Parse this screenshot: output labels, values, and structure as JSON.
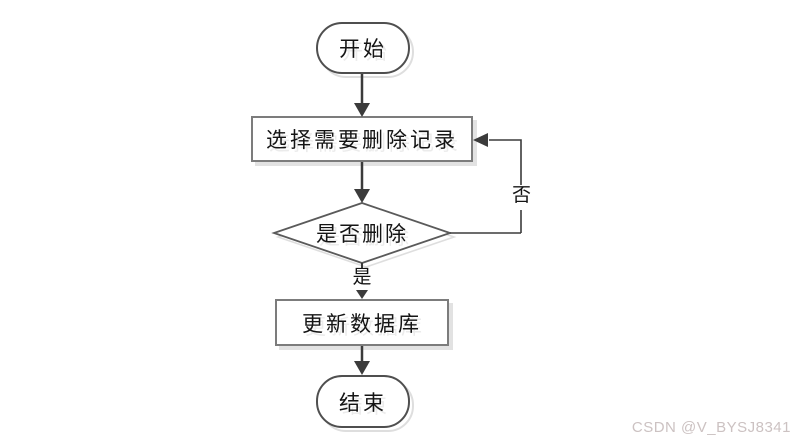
{
  "page": {
    "background": "#ffffff"
  },
  "flowchart": {
    "type": "flowchart",
    "nodes": {
      "start": {
        "label": "开始",
        "shape": "terminator"
      },
      "select": {
        "label": "选择需要删除记录",
        "shape": "process"
      },
      "decision": {
        "label": "是否删除",
        "shape": "decision"
      },
      "update": {
        "label": "更新数据库",
        "shape": "process"
      },
      "end": {
        "label": "结束",
        "shape": "terminator"
      }
    },
    "branch_labels": {
      "yes": "是",
      "no": "否"
    },
    "edges": [
      {
        "from": "start",
        "to": "select"
      },
      {
        "from": "select",
        "to": "decision"
      },
      {
        "from": "decision",
        "to": "update",
        "label": "是"
      },
      {
        "from": "decision",
        "to": "select",
        "label": "否"
      },
      {
        "from": "update",
        "to": "end"
      }
    ],
    "colors": {
      "terminator_border": "#4f4f4f",
      "process_border": "#7c7c7c",
      "diamond_border": "#5a5a5a",
      "connector": "#3b3b3b",
      "shadow": "#e2e2e2",
      "text": "#141414"
    }
  },
  "watermark": {
    "text": "CSDN @V_BYSJ8341",
    "color": "#ccc2c2"
  }
}
